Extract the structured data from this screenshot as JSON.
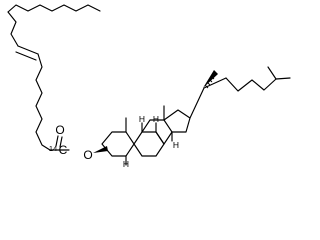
{
  "diagram": {
    "type": "chemical-structure",
    "labels": {
      "carbonyl_oxygen": "O",
      "ester_oxygen": "O",
      "isotope_mass": "14",
      "isotope_element": "C",
      "h_c8": "H",
      "h_c9": "H",
      "h_c14": "H",
      "h_c5": "H"
    }
  }
}
